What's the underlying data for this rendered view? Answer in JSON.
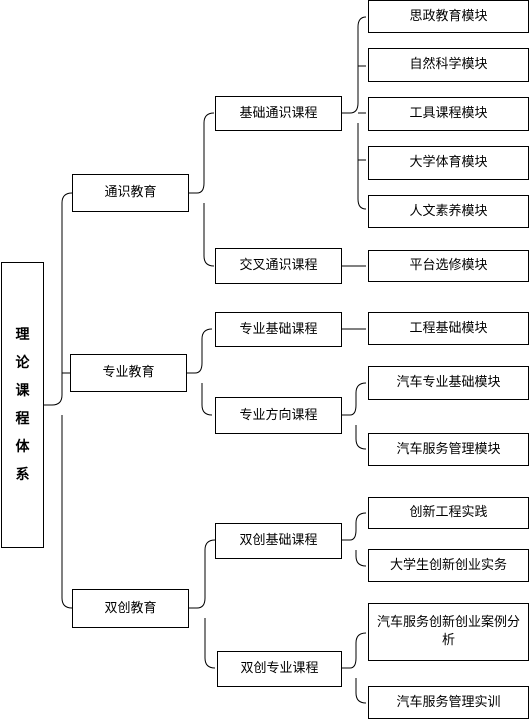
{
  "root": "理论课程体系",
  "level1": [
    {
      "label": "通识教育",
      "children": [
        {
          "label": "基础通识课程",
          "modules": [
            "思政教育模块",
            "自然科学模块",
            "工具课程模块",
            "大学体育模块",
            "人文素养模块"
          ]
        },
        {
          "label": "交叉通识课程",
          "modules": [
            "平台选修模块"
          ]
        }
      ]
    },
    {
      "label": "专业教育",
      "children": [
        {
          "label": "专业基础课程",
          "modules": [
            "工程基础模块"
          ]
        },
        {
          "label": "专业方向课程",
          "modules": [
            "汽车专业基础模块",
            "汽车服务管理模块"
          ]
        }
      ]
    },
    {
      "label": "双创教育",
      "children": [
        {
          "label": "双创基础课程",
          "modules": [
            "创新工程实践",
            "大学生创新创业实务"
          ]
        },
        {
          "label": "双创专业课程",
          "modules": [
            "汽车服务创新创业案例分析",
            "汽车服务管理实训"
          ]
        }
      ]
    }
  ]
}
